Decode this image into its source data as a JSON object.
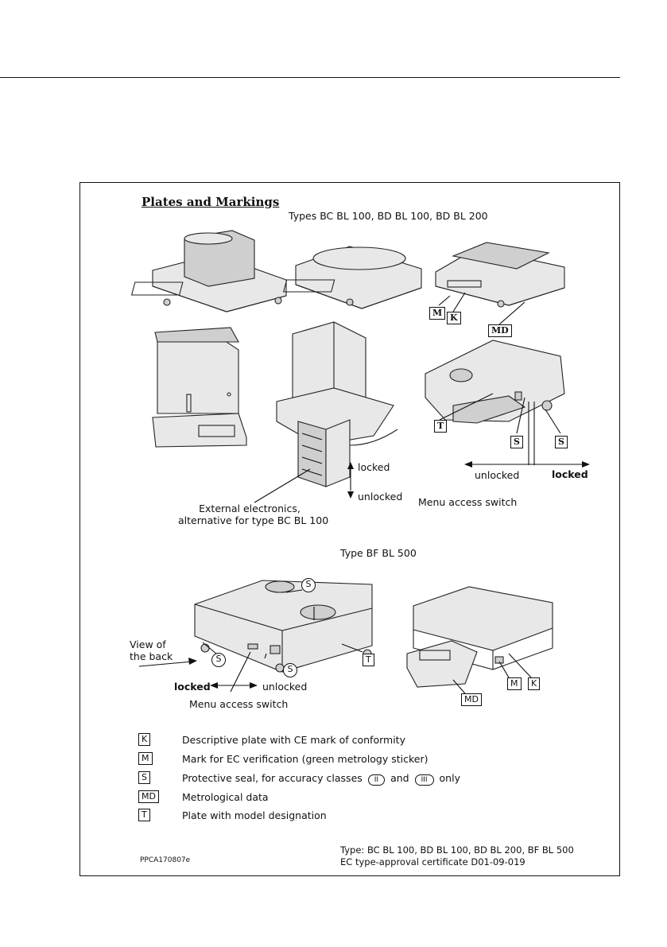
{
  "page": {
    "title": "Plates and Markings",
    "types_top": "Types   BC BL 100, BD BL 100, BD BL 200",
    "types_bottom": "Type   BF BL 500",
    "top_labels": {
      "external_line1": "External electronics,",
      "external_line2": "alternative for type BC BL 100",
      "locked": "locked",
      "unlocked": "unlocked",
      "menu_access": "Menu access switch",
      "unlocked_right": "unlocked",
      "locked_right": "locked"
    },
    "bottom_labels": {
      "view_line1": "View of",
      "view_line2": "the back",
      "locked": "locked",
      "unlocked": "unlocked",
      "menu_access": "Menu access switch"
    },
    "codes": {
      "M": "M",
      "K": "K",
      "MD": "MD",
      "T": "T",
      "S": "S"
    },
    "legend": [
      {
        "code": "K",
        "text": "Descriptive plate with CE mark of conformity"
      },
      {
        "code": "M",
        "text": "Mark for EC verification (green metrology sticker)"
      },
      {
        "code": "S",
        "text": "Protective seal, for accuracy classes",
        "class_a": "II",
        "mid": "and",
        "class_b": "III",
        "end": "only"
      },
      {
        "code": "MD",
        "text": "Metrological data"
      },
      {
        "code": "T",
        "text": "Plate with model designation"
      }
    ],
    "footer": {
      "code": "PPCA170807e",
      "type_line": "Type: BC BL 100, BD BL 100, BD BL 200, BF BL 500",
      "cert_line": "EC type-approval certificate D01-09-019"
    }
  }
}
